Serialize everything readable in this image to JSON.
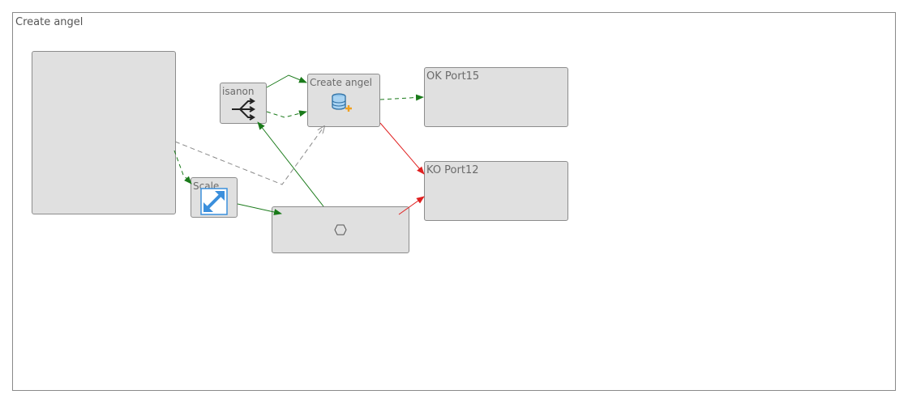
{
  "window": {
    "title": "Create angel"
  },
  "nodes": {
    "input": {
      "label": ""
    },
    "isanon": {
      "label": "isanon",
      "icon": "branch-split-icon"
    },
    "create": {
      "label": "Create angel",
      "icon": "database-add-icon"
    },
    "ok": {
      "label": "OK Port15"
    },
    "ko": {
      "label": "KO Port12"
    },
    "scale": {
      "label": "Scale",
      "icon": "resize-arrows-icon"
    },
    "hex": {
      "label": "",
      "icon": "hexagon-icon"
    }
  },
  "colors": {
    "success": "#1a7a1a",
    "error": "#e02020",
    "neutral": "#8a8a8a"
  }
}
